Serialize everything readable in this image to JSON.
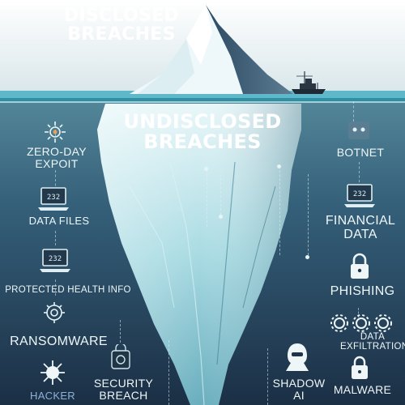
{
  "headings": {
    "disclosed_line1": "DISCLOSED",
    "disclosed_line2": "BREACHES",
    "undisclosed_line1": "UNDISCLOSED",
    "undisclosed_line2": "BREACHES"
  },
  "left_labels": {
    "zero_day_line1": "ZERO-DAY",
    "zero_day_line2": "EXPOIT",
    "data_files": "DATA FILES",
    "protected_health_info": "PROTECTED HEALTH INFO",
    "ransomware": "RANSOMWARE",
    "hacker": "HACKER",
    "security_breach_line1": "SECURITY",
    "security_breach_line2": "BREACH"
  },
  "right_labels": {
    "botnet": "BOTNET",
    "financial_data_line1": "FINANCIAL",
    "financial_data_line2": "DATA",
    "phishing": "PHISHING",
    "data_exfiltration_line1": "DATA",
    "data_exfiltration_line2": "EXFILTRATION",
    "shadow_ai_line1": "SHADOW",
    "shadow_ai_line2": "AI",
    "malware": "MALWARE"
  },
  "screen_glyphs": {
    "data_files": "232",
    "financial_data": "232",
    "protected_health_info": "232"
  },
  "icons": {
    "zero_day": "virus-burst-icon",
    "data_files": "laptop-icon",
    "protected_health_info": "laptop-icon",
    "ransomware": "bug-shield-icon",
    "hacker": "virus-icon",
    "security_breach": "padlock-chip-icon",
    "botnet": "robot-screen-icon",
    "financial_data": "laptop-icon",
    "phishing": "padlock-icon",
    "data_exfiltration": "gears-icon",
    "shadow_ai": "hooded-figure-icon",
    "malware": "padlock-icon",
    "ship": "ship-icon"
  },
  "colors": {
    "sky_top": "#ffffff",
    "sky_bottom": "#dde9ec",
    "water_line": "#3aa6b9",
    "deep_top": "#4d7d90",
    "deep_bottom": "#1d3348",
    "ice_light": "#e8f6f8",
    "ice_mid": "#9fd3dc",
    "ice_dark": "#5ea3b2",
    "hacker_label": "#8fb0d6"
  }
}
